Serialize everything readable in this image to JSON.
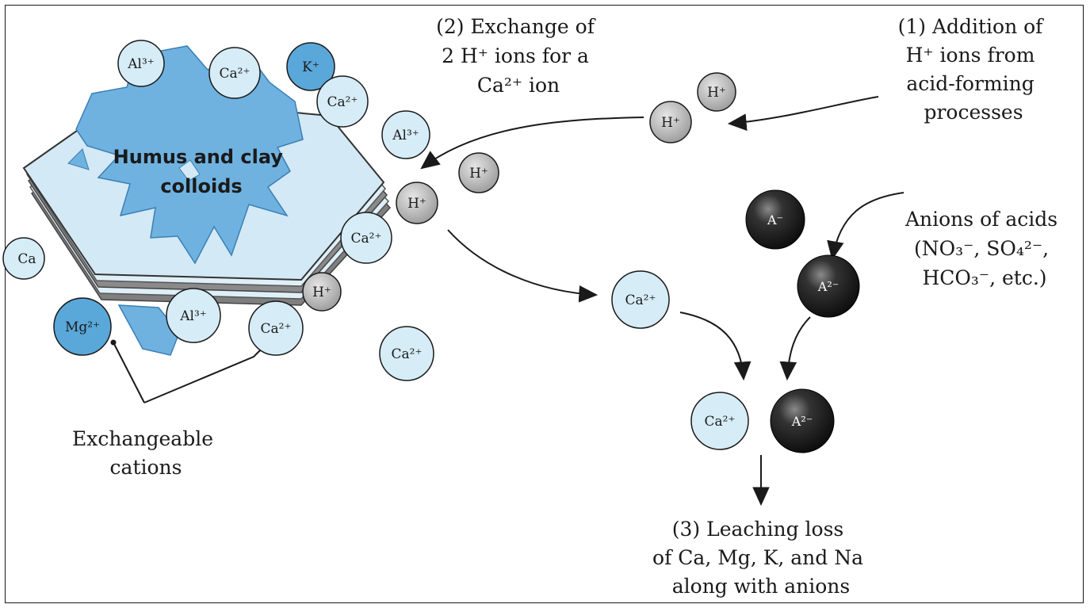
{
  "colors": {
    "cation_fill": "#d6ecf7",
    "cation_dark_fill": "#5aa7d9",
    "hydrogen_fill": "#b5b5b5",
    "anion_fill": "#1c1c1c",
    "colloid_top": "#d3e9f5",
    "colloid_blue": "#6fb2e0",
    "ink": "#1a1a1a"
  },
  "labels": {
    "colloid": [
      "Humus and clay",
      "colloids"
    ],
    "step1": [
      "(1) Addition of",
      "H⁺ ions from",
      "acid-forming",
      "processes"
    ],
    "step2": [
      "(2) Exchange of",
      "2 H⁺ ions for a",
      "Ca²⁺ ion"
    ],
    "anions": [
      "Anions of acids",
      "(NO₃⁻, SO₄²⁻,",
      "HCO₃⁻, etc.)"
    ],
    "step3": [
      "(3) Leaching loss",
      "of Ca, Mg, K, and Na",
      "along with anions"
    ],
    "exchangeable": [
      "Exchangeable",
      "cations"
    ]
  },
  "ions": {
    "al_top": "Al³⁺",
    "ca_top1": "Ca²⁺",
    "k_top": "K⁺",
    "ca_top2": "Ca²⁺",
    "al_right": "Al³⁺",
    "h_edge": "H⁺",
    "ca_right": "Ca²⁺",
    "h_lower": "H⁺",
    "ca_left": "Ca",
    "mg": "Mg²⁺",
    "al_bottom": "Al³⁺",
    "ca_bottom": "Ca²⁺",
    "h_free1": "H⁺",
    "h_free2": "H⁺",
    "h_free3": "H⁺",
    "ca_free": "Ca²⁺",
    "ca_mid": "Ca²⁺",
    "a_minus": "A⁻",
    "a_2minus": "A²⁻",
    "ca_pair": "Ca²⁺",
    "a_pair": "A²⁻"
  }
}
